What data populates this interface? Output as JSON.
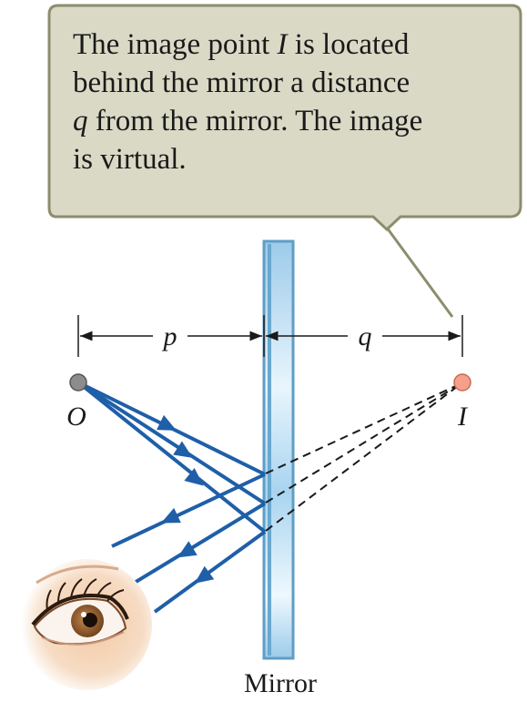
{
  "callout": {
    "line1_pre": "The image point ",
    "line1_var": "I",
    "line1_post": " is located",
    "line2": "behind the mirror a distance",
    "line3_var": "q",
    "line3_post": " from the mirror. The image",
    "line4": "is virtual."
  },
  "labels": {
    "object": "O",
    "image": "I",
    "p": "p",
    "q": "q",
    "mirror": "Mirror"
  },
  "colors": {
    "callout_fill": "#d9d9c6",
    "callout_border": "#8d8d6e",
    "ray": "#1f5fa8",
    "mirror_fill": "#a9d3ef",
    "mirror_edge": "#5e9ec6",
    "object_point": "#8c8c8c",
    "image_point": "#f5a08a"
  }
}
